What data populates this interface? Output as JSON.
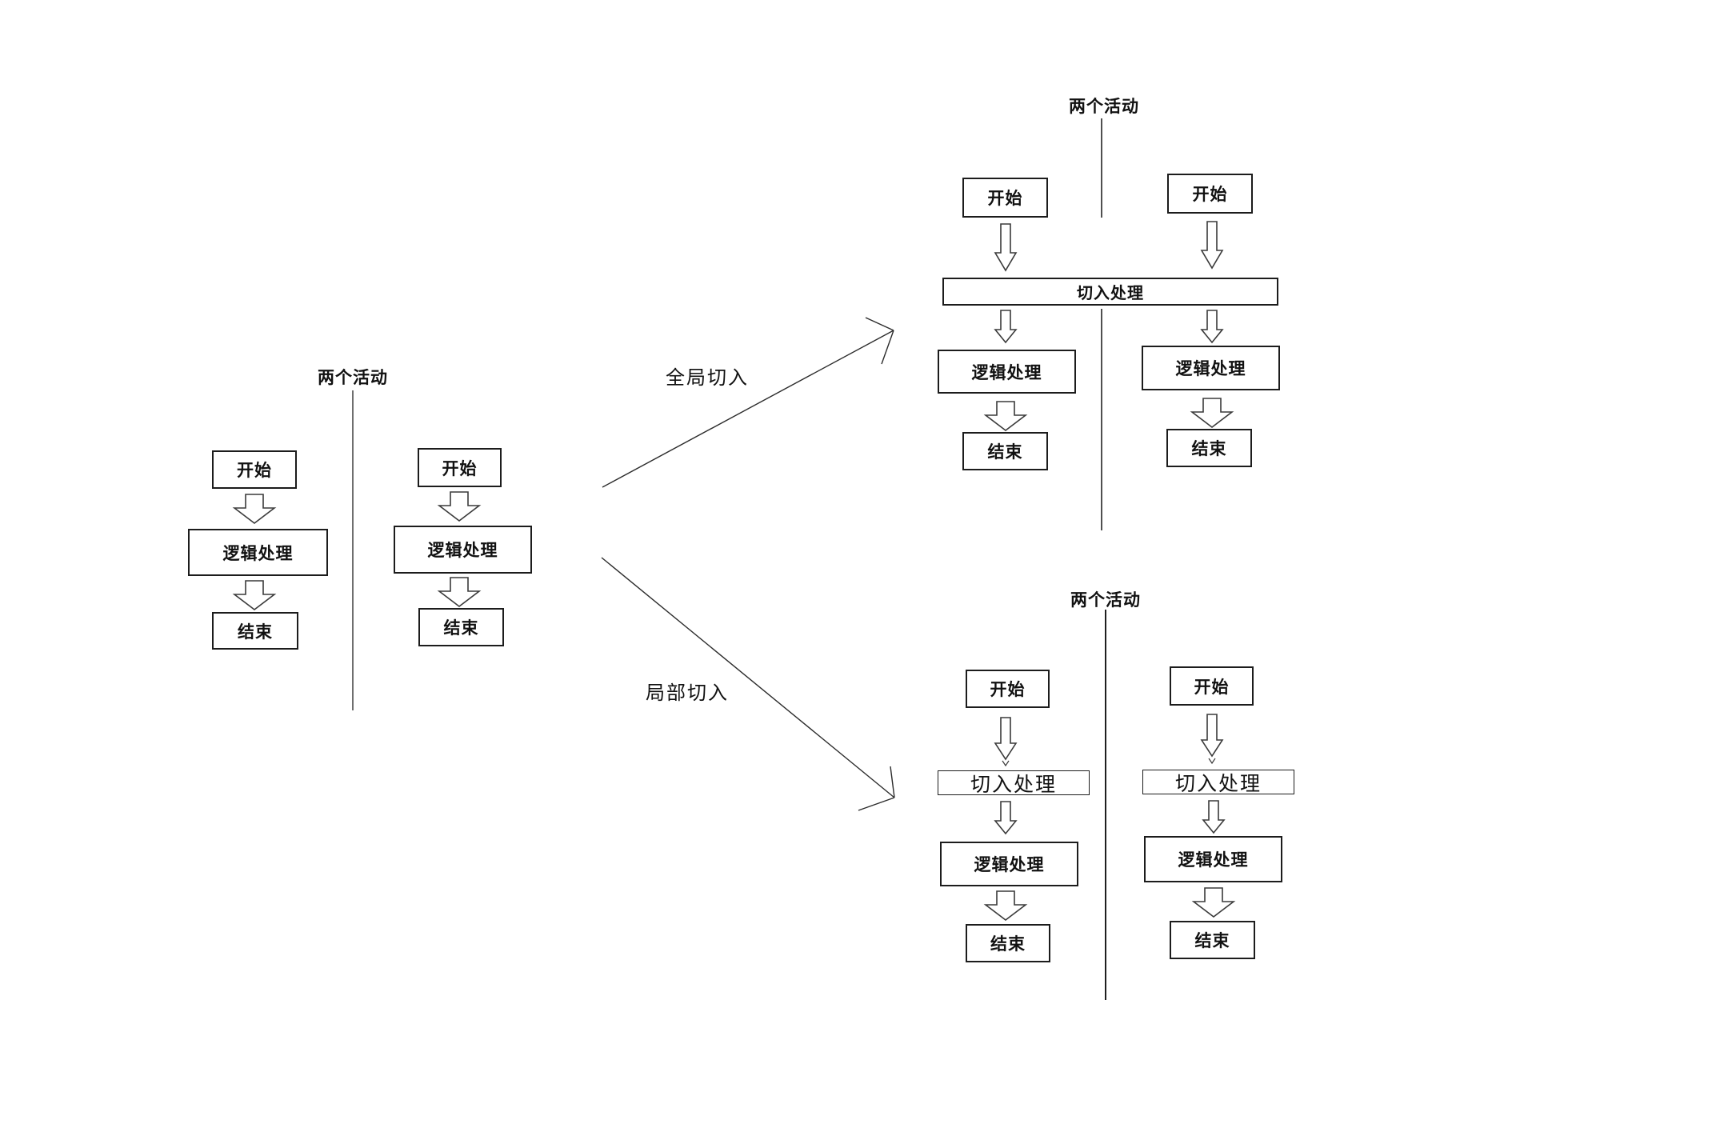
{
  "diagrams": {
    "initial": {
      "title": "两个活动",
      "columns": [
        {
          "start": "开始",
          "logic": "逻辑处理",
          "end": "结束"
        },
        {
          "start": "开始",
          "logic": "逻辑处理",
          "end": "结束"
        }
      ]
    },
    "global_cut": {
      "title": "两个活动",
      "shared_cut_box": "切入处理",
      "columns": [
        {
          "start": "开始",
          "logic": "逻辑处理",
          "end": "结束"
        },
        {
          "start": "开始",
          "logic": "逻辑处理",
          "end": "结束"
        }
      ]
    },
    "local_cut": {
      "title": "两个活动",
      "columns": [
        {
          "start": "开始",
          "cut": "切入处理",
          "logic": "逻辑处理",
          "end": "结束"
        },
        {
          "start": "开始",
          "cut": "切入处理",
          "logic": "逻辑处理",
          "end": "结束"
        }
      ]
    }
  },
  "transition_labels": {
    "global": "全局切入",
    "local": "局部切入"
  },
  "colors": {
    "background": "#ffffff",
    "line": "#3a3a3a",
    "divider": "#6f6f6f",
    "box_border": "#1c1c1c",
    "text": "#111111"
  }
}
